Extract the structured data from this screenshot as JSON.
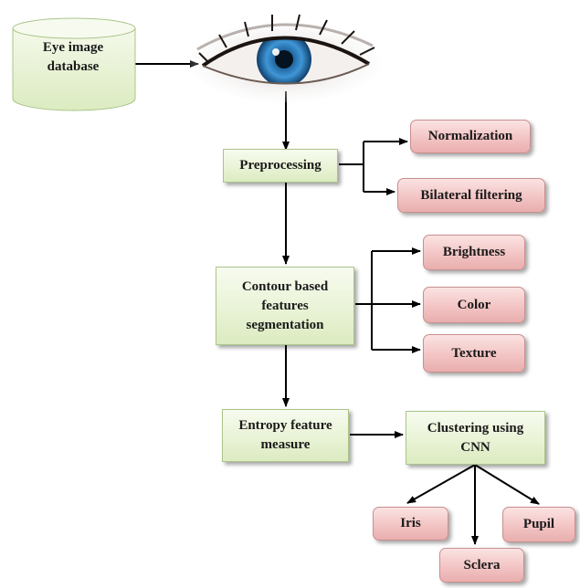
{
  "database": {
    "line1": "Eye image",
    "line2": "database"
  },
  "steps": {
    "preprocessing": "Preprocessing",
    "contour": {
      "line1": "Contour based",
      "line2": "features",
      "line3": "segmentation"
    },
    "entropy": {
      "line1": "Entropy feature",
      "line2": "measure"
    },
    "clustering": {
      "line1": "Clustering using",
      "line2": "CNN"
    }
  },
  "outputs": {
    "normalization": "Normalization",
    "bilateral": "Bilateral filtering",
    "brightness": "Brightness",
    "color": "Color",
    "texture": "Texture",
    "iris": "Iris",
    "sclera": "Sclera",
    "pupil": "Pupil"
  },
  "colors": {
    "process_fill": "#e9f3d6",
    "output_fill": "#f3c4c4",
    "iris_blue": "#2f7fc1"
  },
  "icons": {
    "eye": "eye-photo-icon"
  }
}
